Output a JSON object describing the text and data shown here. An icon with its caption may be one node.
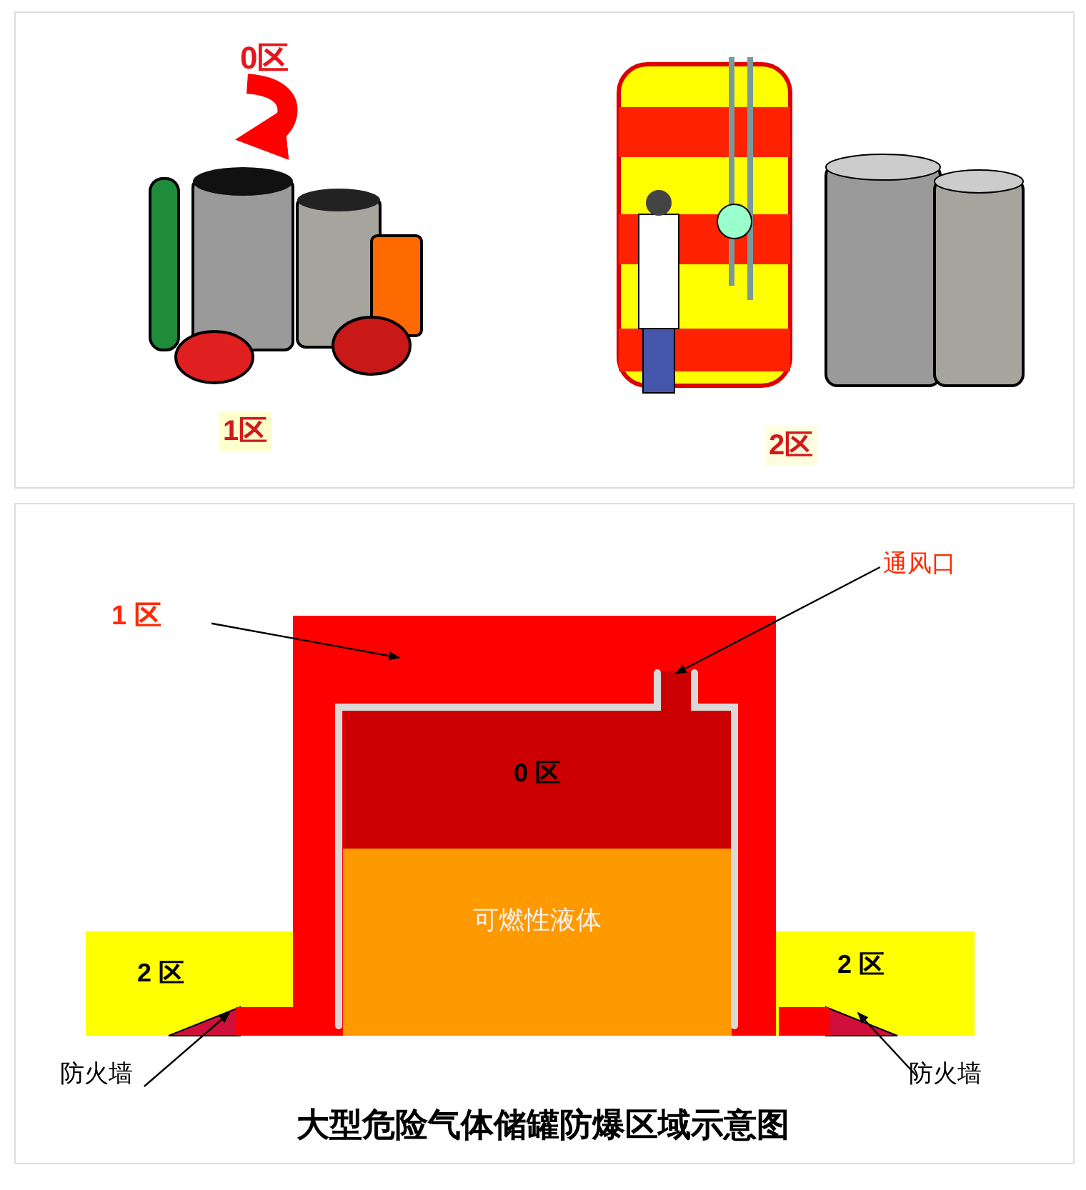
{
  "diagram": {
    "title": "大型危险气体储罐防爆区域示意图",
    "nodes": [
      {
        "text": [
          "0区"
        ]
      },
      {
        "text": [],
        "shape": "picture"
      },
      {
        "text": [
          "1 区"
        ]
      },
      {
        "text": [],
        "shape": "box"
      },
      {
        "text": [
          "通风口"
        ]
      },
      {
        "text": [],
        "shape": "box",
        "in": 3
      },
      {
        "text": [
          "0 区"
        ],
        "in": 3
      },
      {
        "text": [
          "可燃性液体"
        ],
        "in": 3
      },
      {
        "text": [
          "2 区"
        ]
      },
      {
        "text": [
          "2 区"
        ]
      },
      {
        "text": [],
        "shape": "triangle",
        "in": 8
      },
      {
        "text": [],
        "shape": "triangle",
        "in": 9
      },
      {
        "text": [
          "防火墙"
        ]
      },
      {
        "text": [
          "防火墙"
        ]
      }
    ],
    "edges": [
      {
        "from": 0,
        "to": 1,
        "arrow": "to",
        "style": "thick",
        "color": "#ff0000"
      },
      {
        "from": 2,
        "to": 3,
        "arrow": "to"
      },
      {
        "from": 4,
        "to": 5,
        "arrow": "to"
      },
      {
        "from": 12,
        "to": 10,
        "arrow": "to"
      },
      {
        "from": 13,
        "to": 11,
        "arrow": "to"
      }
    ],
    "labels": [
      "1区",
      "2区"
    ]
  }
}
